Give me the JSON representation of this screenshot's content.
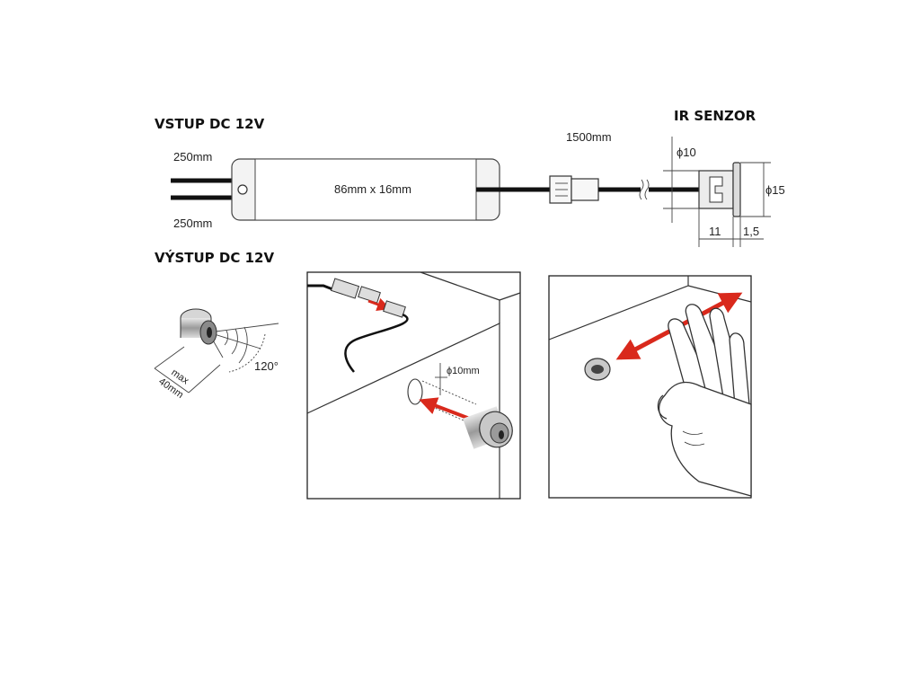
{
  "labels": {
    "input_title": "VSTUP DC 12V",
    "output_title": "VÝSTUP DC 12V",
    "sensor_title": "IR SENZOR",
    "wire_top_length": "250mm",
    "wire_bottom_length": "250mm",
    "box_size": "86mm x 16mm",
    "cable_length": "1500mm",
    "diameter_small": "ϕ10",
    "diameter_large": "ϕ15",
    "depth_body": "11",
    "depth_flange": "1,5",
    "angle": "120°",
    "range_max": "max",
    "range_distance": "40mm",
    "hole_diameter": "ϕ10mm"
  },
  "colors": {
    "arrow_red": "#d9291c",
    "cable": "#111111",
    "box_fill": "#efefef",
    "sensor_metal": "#bdbdbd"
  }
}
